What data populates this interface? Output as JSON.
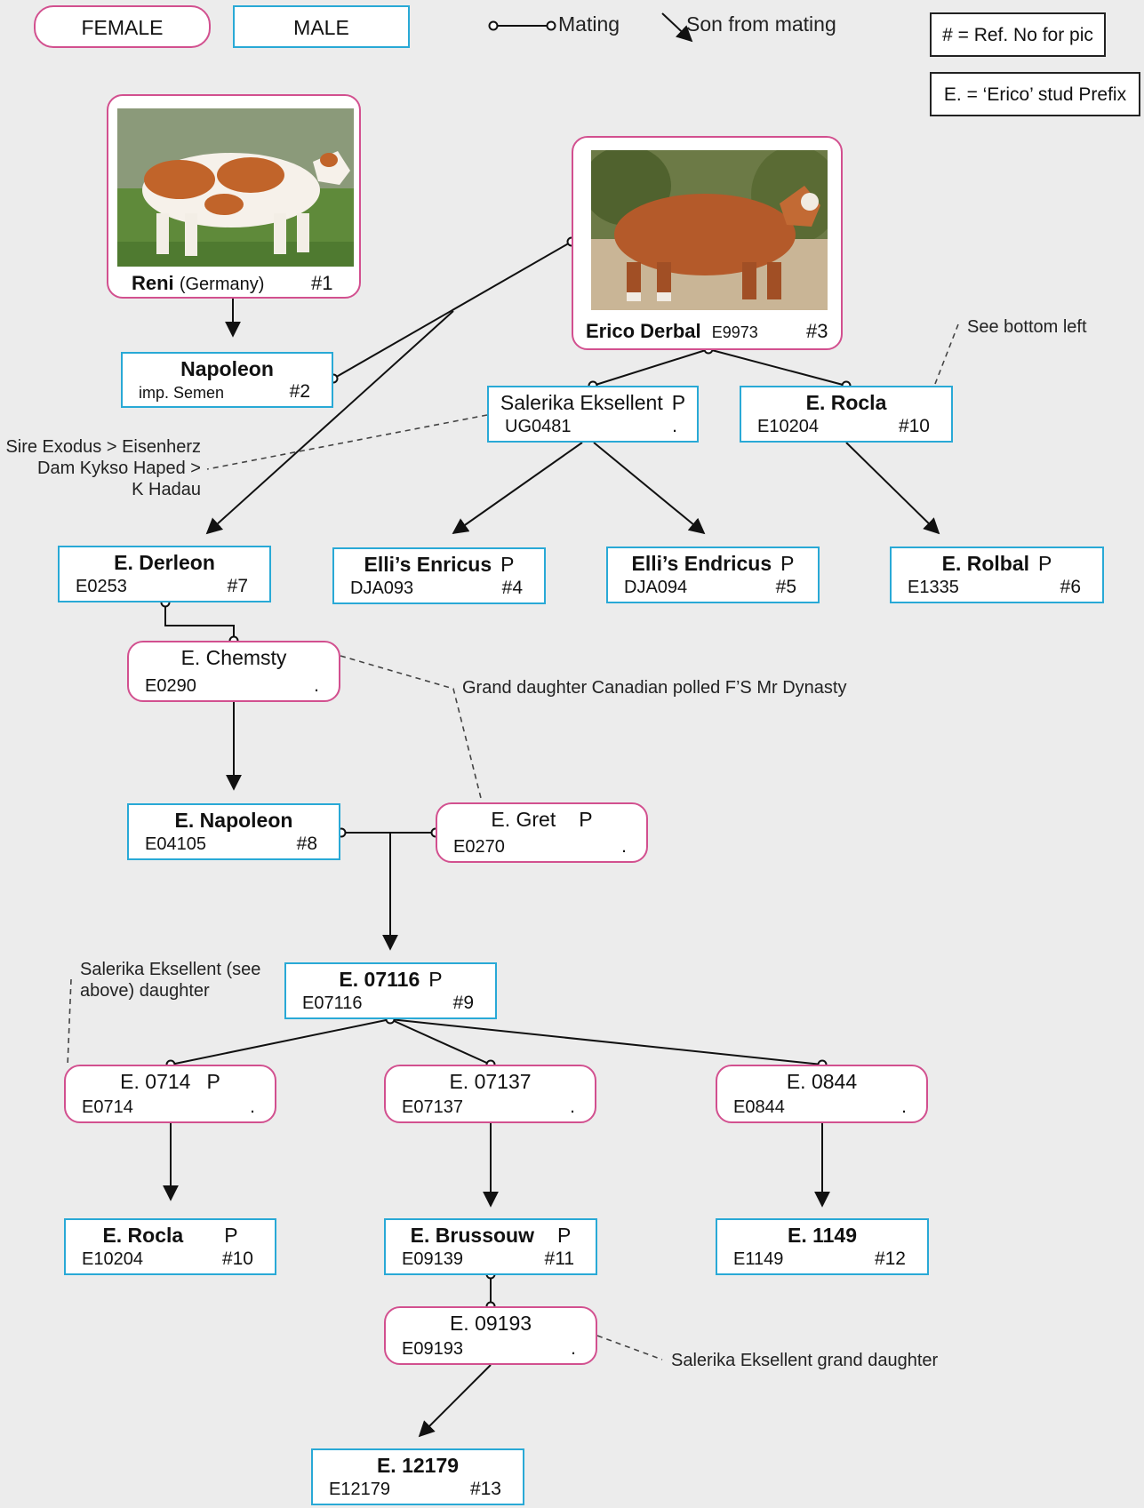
{
  "legend": {
    "female": "FEMALE",
    "male": "MALE",
    "mating": "Mating",
    "son": "Son from mating",
    "ref_note": "# = Ref. No for pic",
    "prefix_note": "E. = ‘Erico’ stud Prefix"
  },
  "nodes": {
    "reni": {
      "name": "Reni",
      "origin": "(Germany)",
      "ref": "#1"
    },
    "derbal": {
      "name": "Erico Derbal",
      "code": "E9973",
      "ref": "#3"
    },
    "napoleon": {
      "name": "Napoleon",
      "code": "imp. Semen",
      "ref": "#2"
    },
    "salerika": {
      "name": "Salerika Eksellent",
      "polled": "P",
      "code": "UG0481",
      "dot": "."
    },
    "rocla_top": {
      "name": "E. Rocla",
      "code": "E10204",
      "ref": "#10"
    },
    "derleon": {
      "name": "E. Derleon",
      "code": "E0253",
      "ref": "#7"
    },
    "enricus": {
      "name": "Elli’s Enricus",
      "polled": "P",
      "code": "DJA093",
      "ref": "#4"
    },
    "endricus": {
      "name": "Elli’s Endricus",
      "polled": "P",
      "code": "DJA094",
      "ref": "#5"
    },
    "rolbal": {
      "name": "E. Rolbal",
      "polled": "P",
      "code": "E1335",
      "ref": "#6"
    },
    "chemsty": {
      "name": "E. Chemsty",
      "code": "E0290",
      "dot": "."
    },
    "e_napoleon": {
      "name": "E. Napoleon",
      "code": "E04105",
      "ref": "#8"
    },
    "gret": {
      "name": "E. Gret",
      "polled": "P",
      "code": "E0270",
      "dot": "."
    },
    "e07116": {
      "name": "E. 07116",
      "polled": "P",
      "code": "E07116",
      "ref": "#9"
    },
    "e0714": {
      "name": "E. 0714",
      "polled": "P",
      "code": "E0714",
      "dot": "."
    },
    "e07137": {
      "name": "E. 07137",
      "code": "E07137",
      "dot": "."
    },
    "e0844": {
      "name": "E. 0844",
      "code": "E0844",
      "dot": "."
    },
    "rocla_bottom": {
      "name": "E. Rocla",
      "polled": "P",
      "code": "E10204",
      "ref": "#10"
    },
    "brussouw": {
      "name": "E. Brussouw",
      "polled": "P",
      "code": "E09139",
      "ref": "#11"
    },
    "e1149": {
      "name": "E. 1149",
      "code": "E1149",
      "ref": "#12"
    },
    "e09193": {
      "name": "E. 09193",
      "code": "E09193",
      "dot": "."
    },
    "e12179": {
      "name": "E. 12179",
      "code": "E12179",
      "ref": "#13"
    }
  },
  "notes": {
    "see_bottom_left": "See bottom left",
    "sire_line1": "Sire Exodus > Eisenherz",
    "sire_line2": "Dam Kykso Haped >",
    "sire_line3": "K Hadau",
    "grand_daughter": "Grand daughter Canadian polled F’S Mr Dynasty",
    "salerika_daughter_1": "Salerika Eksellent (see",
    "salerika_daughter_2": "above) daughter",
    "salerika_grand": "Salerika Eksellent grand daughter"
  }
}
